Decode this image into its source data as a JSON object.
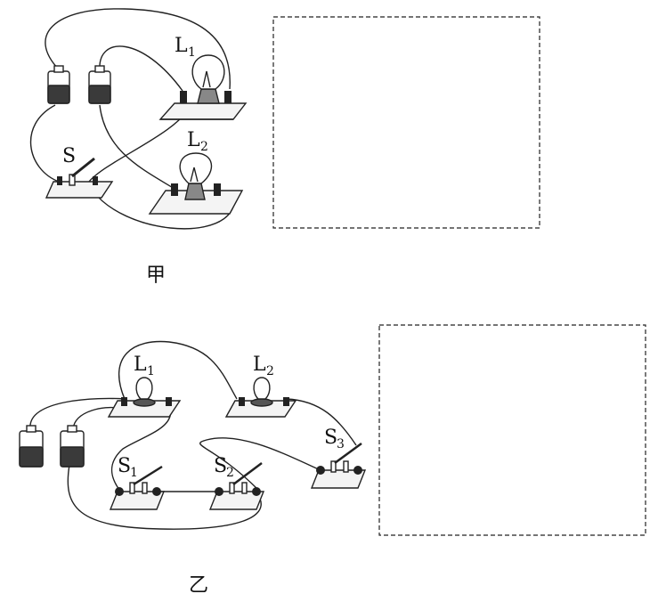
{
  "diagram_a": {
    "caption": "甲",
    "bulb1": {
      "letter": "L",
      "sub": "1"
    },
    "bulb2": {
      "letter": "L",
      "sub": "2"
    },
    "switch": {
      "letter": "S"
    }
  },
  "diagram_b": {
    "caption": "乙",
    "bulb1": {
      "letter": "L",
      "sub": "1"
    },
    "bulb2": {
      "letter": "L",
      "sub": "2"
    },
    "switch1": {
      "letter": "S",
      "sub": "1"
    },
    "switch2": {
      "letter": "S",
      "sub": "2"
    },
    "switch3": {
      "letter": "S",
      "sub": "3"
    }
  },
  "colors": {
    "ink": "#222222",
    "cell_body": "#3a3a3a",
    "board": "#f4f4f4"
  }
}
